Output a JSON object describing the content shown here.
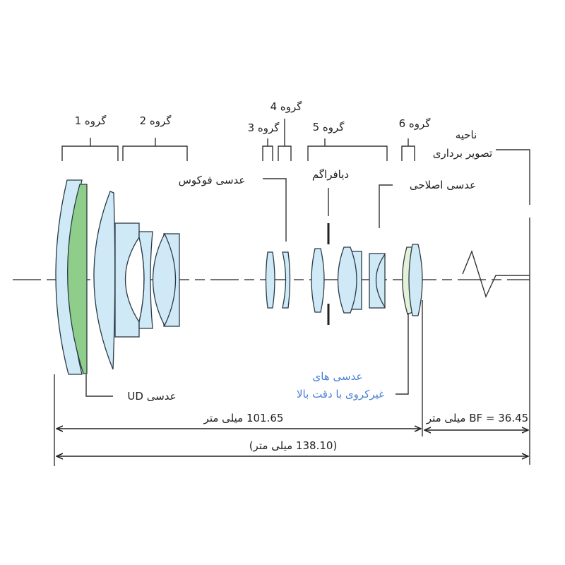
{
  "colors": {
    "glass": "#cfe9f7",
    "ud_glass": "#8fce8a",
    "aspheric_glass": "#e4f1d6",
    "accent_text": "#4a7fd6",
    "line": "#333333"
  },
  "groups": [
    {
      "label": "گروه 1"
    },
    {
      "label": "گروه 2"
    },
    {
      "label": "گروه 3"
    },
    {
      "label": "گروه 4"
    },
    {
      "label": "گروه 5"
    },
    {
      "label": "گروه 6"
    }
  ],
  "callouts": {
    "imaging_area_line1": "ناحیه",
    "imaging_area_line2": "تصویر برداری",
    "focus_lens": "عدسی فوکوس",
    "diaphragm": "دیافراگم",
    "corrective_lens": "عدسی اصلاحی",
    "ud_lens": "عدسی UD",
    "aspheric_line1": "عدسی های",
    "aspheric_line2": "غیرکروی با دقت بالا"
  },
  "dimensions": {
    "lens_length": "101.65 میلی متر",
    "back_focus": "BF = 36.45 میلی متر",
    "total_length": "(138.10 میلی متر)"
  }
}
